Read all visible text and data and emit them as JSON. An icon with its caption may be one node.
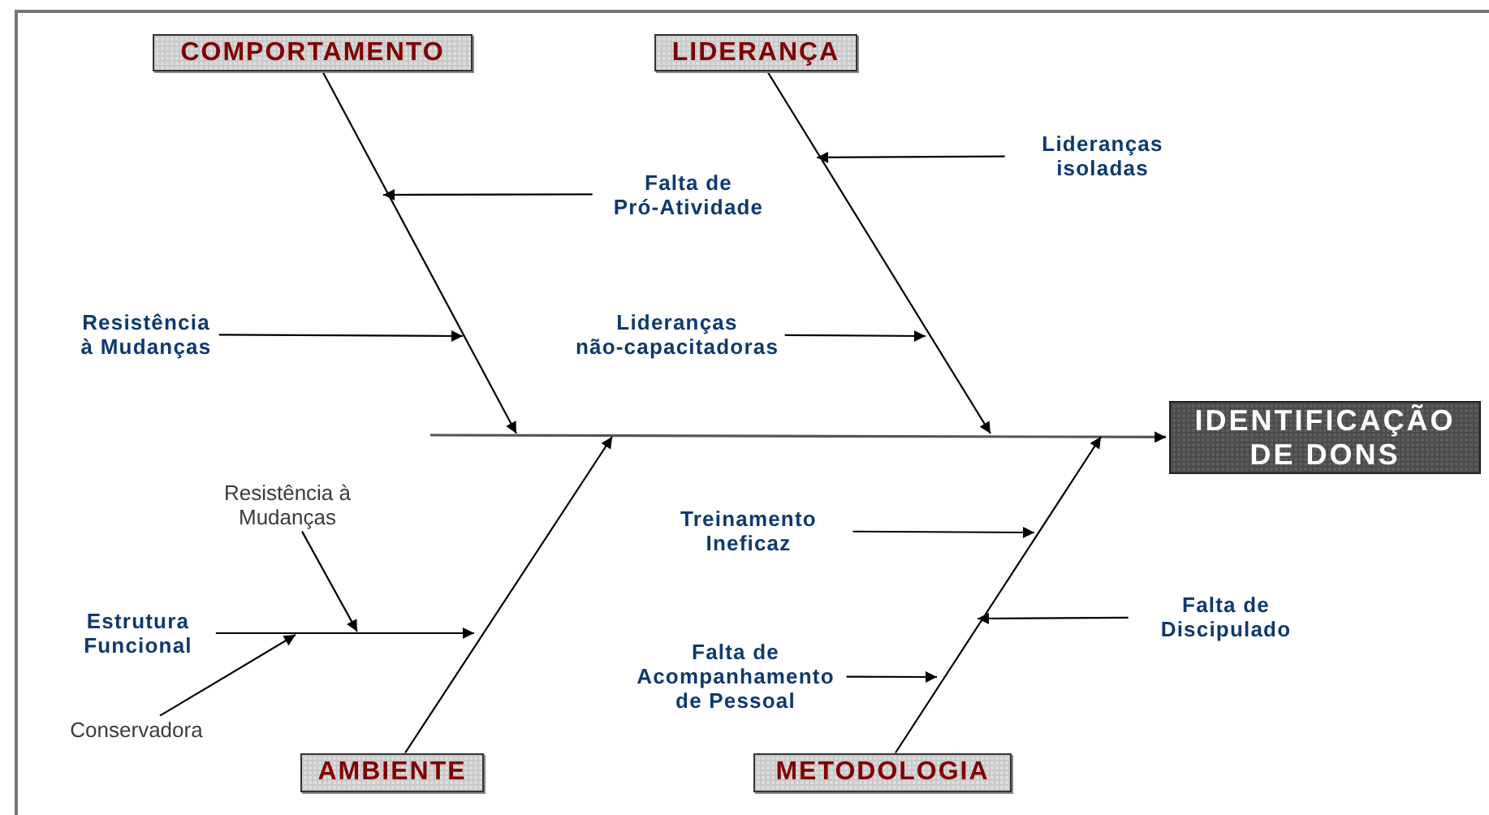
{
  "diagram": {
    "nodes": [
      {
        "text": [
          "COMPORTAMENTO"
        ]
      },
      {
        "text": [
          "LIDERANÇA"
        ]
      },
      {
        "text": [
          "Lideranças isoladas"
        ]
      },
      {
        "text": [
          "Falta de Pró-Atividade"
        ]
      },
      {
        "text": [
          "Resistência à Mudanças"
        ]
      },
      {
        "text": [
          "Lideranças não-capacitadoras"
        ]
      },
      {
        "text": [
          "IDENTIFICAÇÃO DE DONS"
        ]
      },
      {
        "text": [
          "Resistência à Mudanças"
        ]
      },
      {
        "text": [
          "Treinamento Ineficaz"
        ]
      },
      {
        "text": [
          "Falta de Discipulado"
        ]
      },
      {
        "text": [
          "Estrutura Funcional"
        ]
      },
      {
        "text": [
          "Falta de Acompanhamento de Pessoal"
        ]
      },
      {
        "text": [
          "Conservadora"
        ]
      },
      {
        "text": [
          "AMBIENTE"
        ]
      },
      {
        "text": [
          "METODOLOGIA"
        ]
      }
    ],
    "edges": [
      {
        "from": null,
        "to": 6,
        "arrow": "to"
      },
      {
        "from": 0,
        "to": null,
        "arrow": "to"
      },
      {
        "from": 1,
        "to": null,
        "arrow": "to"
      },
      {
        "from": 13,
        "to": null,
        "arrow": "to"
      },
      {
        "from": 14,
        "to": null,
        "arrow": "to"
      },
      {
        "from": 2,
        "to": null,
        "arrow": "to"
      },
      {
        "from": 3,
        "to": null,
        "arrow": "to"
      },
      {
        "from": 4,
        "to": null,
        "arrow": "to"
      },
      {
        "from": 5,
        "to": null,
        "arrow": "to"
      },
      {
        "from": 8,
        "to": null,
        "arrow": "to"
      },
      {
        "from": 9,
        "to": null,
        "arrow": "to"
      },
      {
        "from": 11,
        "to": null,
        "arrow": "to"
      },
      {
        "from": 10,
        "to": null,
        "arrow": "to"
      },
      {
        "from": 7,
        "to": null,
        "arrow": "to"
      },
      {
        "from": 12,
        "to": null,
        "arrow": "to"
      }
    ]
  }
}
